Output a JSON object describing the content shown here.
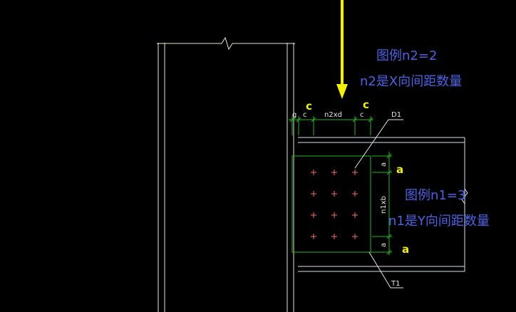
{
  "colors": {
    "background": "#000000",
    "column_lines": "#e8e8c8",
    "beam_lines": "#cfe6ef",
    "dimension_lines": "#1fb81f",
    "bolt_marks": "#ff6a6a",
    "arrow": "#f2f200",
    "yellow_labels": "#f2f200",
    "blue_notes": "#4a62e6",
    "small_labels": "#e6e6e6"
  },
  "top_dimension": {
    "g": "g",
    "c_left": "c",
    "middle": "n2xd",
    "c_right": "c"
  },
  "right_dimension": {
    "a_top": "a",
    "middle": "n1xb",
    "a_bottom": "a"
  },
  "leaders": {
    "plate_top": "D1",
    "plate_bottom": "T1"
  },
  "yellow_labels": {
    "c_left": "c",
    "c_right": "c",
    "a_top": "a",
    "a_bottom": "a"
  },
  "notes": {
    "n2_example": "图例n2=2",
    "n2_desc": "n2是X向间距数量",
    "n1_example": "图例n1=3",
    "n1_desc": "n1是Y向间距数量"
  },
  "bolt_grid": {
    "columns": 3,
    "rows": 4
  },
  "icons": {
    "pointer": "down-arrow-icon",
    "break": "break-line-icon"
  }
}
